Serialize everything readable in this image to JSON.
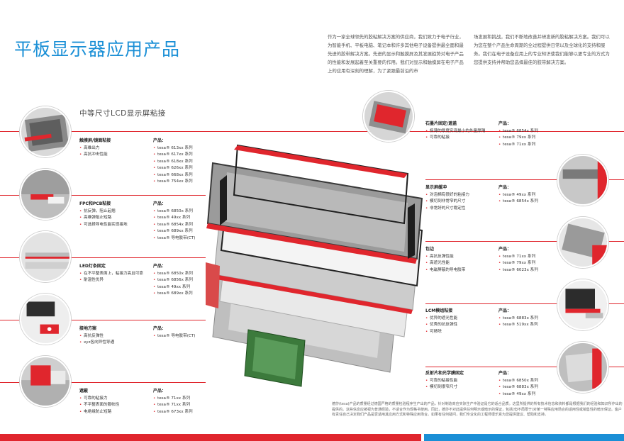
{
  "title": "平板显示器应用产品",
  "subtitle": "中等尺寸LCD显示屏粘接",
  "intro": {
    "col1": "作为一家全球领先的胶粘解决方案的供应商，我们致力于电子行业，为智能手机、平板电脑、笔记本和许多其他电子设备提供最全面和最先进的胶带解决方案。先进的显示和触摸屏及其发展趋势对电子产品的性能和发展起着至关重要的作用。我们对显示和触摸屏在电子产品上的应用有深刻的理解，为了紧跟最前沿的市",
    "col2": "场发展和挑战，我们不断地改善并研发新的胶粘解决方案。我们可以为您在整个产品生命周期的全过程提供日常以及全球化的支持和服务。我们在电子设备应用上的专业知识使我们能够以更专业的方式为您提供支持并帮助您选择最佳的胶带解决方案。"
  },
  "product_label": "产品：",
  "left_sections": [
    {
      "heading": "触摸屏/镜面粘接",
      "features": [
        "高维出力",
        "高抗冲击性能"
      ],
      "products": [
        "tesa® 613xx 系列",
        "tesa® 617xx 系列",
        "tesa® 618xx 系列",
        "tesa® 626xx 系列",
        "tesa® 668xx 系列",
        "tesa® 754xx 系列"
      ]
    },
    {
      "heading": "FPC和PCB粘接",
      "features": [
        "抗反弹，阻止起翘",
        "高维弹阻止短路",
        "可选择导电性能实现接地"
      ],
      "products": [
        "tesa® 6850x 系列",
        "tesa® 49xx 系列",
        "tesa® 6854x 系列",
        "tesa® 689xx 系列",
        "tesa® 导电胶带(CT)"
      ]
    },
    {
      "heading": "LED灯条固定",
      "features": [
        "在不平整表面上，粘接力高且可靠",
        "耐温性优异"
      ],
      "products": [
        "tesa® 6850x 系列",
        "tesa® 6856x 系列",
        "tesa® 49xx 系列",
        "tesa® 689xx 系列"
      ]
    },
    {
      "heading": "接地方案",
      "features": [
        "高抗反弹性",
        "xyz各向异性导通"
      ],
      "products": [
        "tesa® 导电胶带(CT)"
      ]
    },
    {
      "heading": "遮蔽",
      "features": [
        "可靠的粘接力",
        "不平整表面的服帖性",
        "电绝缘防止短路"
      ],
      "products": [
        "tesa® 71xx 系列",
        "tesa® 71xx 系列",
        "tesa® 673xx 系列"
      ]
    }
  ],
  "right_sections": [
    {
      "heading": "石墨片固定/遮盖",
      "features": [
        "极薄的厚度实现最小的外量厚隔",
        "可靠的粘接"
      ],
      "products": [
        "tesa® 6854x 系列",
        "tesa® 79xx 系列",
        "tesa® 71xx 系列"
      ]
    },
    {
      "heading": "显示屏缓冲",
      "features": [
        "对泡棉有很好的粘接力",
        "模切到非常窄的尺寸",
        "非常好的尺寸稳定性"
      ],
      "products": [
        "tesa® 49xx 系列",
        "tesa® 6854x 系列"
      ]
    },
    {
      "heading": "包边",
      "features": [
        "高抗反弹性能",
        "高遮光性能",
        "电磁屏蔽的导电胶带"
      ],
      "products": [
        "tesa® 71xx 系列",
        "tesa® 79xx 系列",
        "tesa® 6023x 系列"
      ]
    },
    {
      "heading": "LCM模组粘接",
      "features": [
        "优异的遮光性能",
        "优秀的抗反弹性",
        "可移除"
      ],
      "products": [
        "tesa® 6883x 系列",
        "tesa® 519xx 系列"
      ]
    },
    {
      "heading": "反射片和光学膜固定",
      "features": [
        "可靠的粘接性能",
        "模切到很窄尺寸"
      ],
      "products": [
        "tesa® 6850x 系列",
        "tesa® 6883x 系列",
        "tesa® 49xx 系列"
      ]
    }
  ],
  "footnote": "德莎(tesa)产品的质量经过德国严格的质量检验程序生产出的产品，针对制造商应实际生产中验证是它的适合品质。这里所提供的所有技术信息和资料都是根据我们的经验和知识所作出的提供的。这些信息应被视为普通经验，不适合作为规格书使用。同此，德莎不对此提供任何明示或暗示的保证，包括(但不局限于)对某一特殊应用场合的适用性或销售性的暗示保证。客户有责任自己决定我们产品是否适用其应用方式和特殊应用场合。如果有任何疑问，我们专业化的工程师很乐意为您提供建议、帮助和支持。",
  "colors": {
    "accent_red": "#e0262d",
    "accent_blue": "#1a8fd6"
  }
}
